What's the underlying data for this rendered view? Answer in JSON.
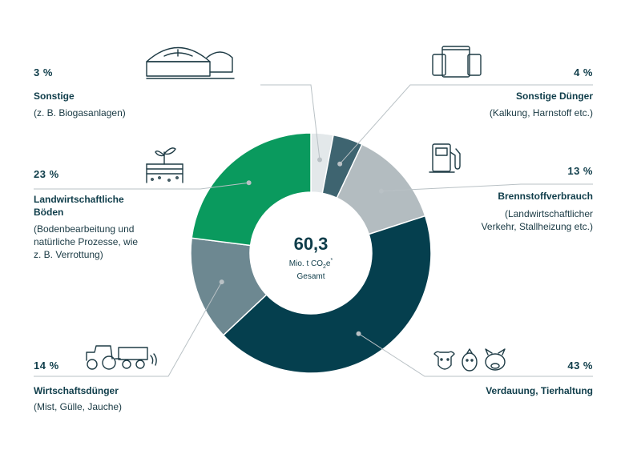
{
  "chart_data": {
    "type": "pie",
    "donut": true,
    "center": {
      "total": "60,3",
      "unit_prefix": "Mio. t CO",
      "unit_sub": "2",
      "unit_suffix": "e",
      "unit_sup": "*",
      "label": "Gesamt"
    },
    "series": [
      {
        "key": "sonstige",
        "value": 3,
        "percent_label": "3 %",
        "color": "#e3e8ea",
        "label": "Sonstige",
        "detail": [
          "(z. B. Biogasanlagen)"
        ]
      },
      {
        "key": "sonstige-duenger",
        "value": 4,
        "percent_label": "4 %",
        "color": "#3e6470",
        "label": "Sonstige Dünger",
        "detail": [
          "(Kalkung, Harnstoff etc.)"
        ]
      },
      {
        "key": "brennstoff",
        "value": 13,
        "percent_label": "13 %",
        "color": "#b3bcc0",
        "label": "Brennstoffverbrauch",
        "detail": [
          "(Landwirtschaftlicher",
          "Verkehr, Stallheizung etc.)"
        ]
      },
      {
        "key": "verdauung",
        "value": 43,
        "percent_label": "43 %",
        "color": "#053f4e",
        "label": "Verdauung, Tierhaltung",
        "detail": []
      },
      {
        "key": "wirtschaftsduenger",
        "value": 14,
        "percent_label": "14 %",
        "color": "#6d8891",
        "label": "Wirtschaftsdünger",
        "detail": [
          "(Mist, Gülle, Jauche)"
        ]
      },
      {
        "key": "boeden",
        "value": 23,
        "percent_label": "23 %",
        "color": "#0a9a5e",
        "label": [
          "Landwirtschaftliche",
          "Böden"
        ],
        "detail": [
          "(Bodenbearbeitung und",
          "natürliche Prozesse, wie",
          "z. B. Verrottung)"
        ]
      }
    ]
  }
}
